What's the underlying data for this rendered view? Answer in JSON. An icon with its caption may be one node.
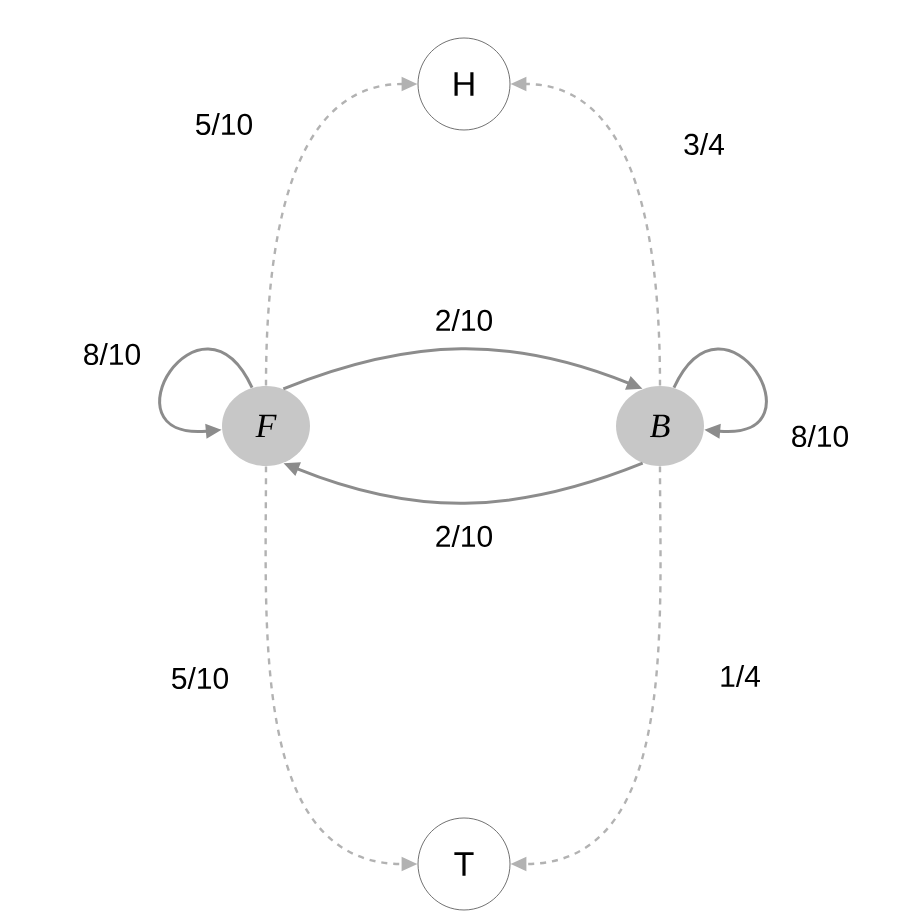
{
  "diagram": {
    "nodes": [
      {
        "text": [
          "H"
        ]
      },
      {
        "text": [
          "F"
        ]
      },
      {
        "text": [
          "B"
        ]
      },
      {
        "text": [
          "T"
        ]
      }
    ],
    "edges": [
      {
        "from": 1,
        "to": 0,
        "arrow": "to",
        "label": "5/10",
        "style": "dashed"
      },
      {
        "from": 2,
        "to": 0,
        "arrow": "to",
        "label": "3/4",
        "style": "dashed"
      },
      {
        "from": 1,
        "to": 1,
        "arrow": "to",
        "label": "8/10"
      },
      {
        "from": 1,
        "to": 2,
        "arrow": "to",
        "label": "2/10"
      },
      {
        "from": 2,
        "to": 2,
        "arrow": "to",
        "label": "8/10"
      },
      {
        "from": 2,
        "to": 1,
        "arrow": "to",
        "label": "2/10"
      },
      {
        "from": 1,
        "to": 3,
        "arrow": "to",
        "label": "5/10",
        "style": "dashed"
      },
      {
        "from": 2,
        "to": 3,
        "arrow": "to",
        "label": "1/4",
        "style": "dashed"
      }
    ]
  }
}
